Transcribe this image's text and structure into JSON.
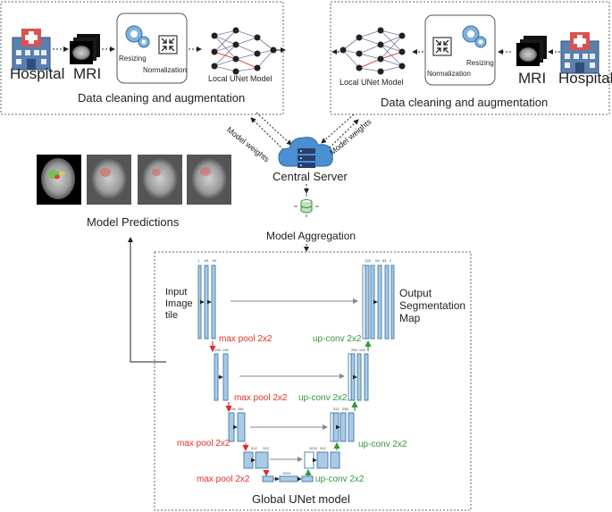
{
  "left_site": {
    "hospital_label": "Hospital",
    "mri_label": "MRI",
    "resizing_label": "Resizing",
    "normalization_label": "Normalization",
    "model_label": "Local UNet Model",
    "caption": "Data cleaning and augmentation"
  },
  "right_site": {
    "hospital_label": "Hospital",
    "mri_label": "MRI",
    "resizing_label": "Resizing",
    "normalization_label": "Normalization",
    "model_label": "Local UNet Model",
    "caption": "Data cleaning and augmentation"
  },
  "weights_left": "Model weights",
  "weights_right": "Model weights",
  "server_label": "Central Server",
  "aggregation_label": "Model Aggregation",
  "predictions_label": "Model Predictions",
  "unet": {
    "input_label": [
      "Input",
      "Image",
      "tile"
    ],
    "output_label": [
      "Output",
      "Segmentation",
      "Map"
    ],
    "maxpool": [
      "max pool 2x2",
      "max pool 2x2",
      "max pool 2x2",
      "max pool 2x2"
    ],
    "upconv": [
      "up-conv 2x2",
      "up-conv 2x2",
      "up-conv 2x2",
      "up-conv 2x2"
    ],
    "title": "Global UNet model",
    "enc_channels_1": [
      "1",
      "64",
      "64"
    ],
    "enc_channels_2": [
      "128",
      "128"
    ],
    "enc_channels_3": [
      "256",
      "256"
    ],
    "enc_channels_4": [
      "512",
      "512"
    ],
    "bottleneck": "1024",
    "dec_channels_4": [
      "1024",
      "512"
    ],
    "dec_channels_3": [
      "512",
      "256"
    ],
    "dec_channels_2": [
      "256",
      "128"
    ],
    "dec_channels_1": [
      "128",
      "64",
      "64",
      "2"
    ]
  },
  "colors": {
    "feature_map": "#a9cbe8",
    "feature_border": "#2f6d9c",
    "maxpool": "#e0302a",
    "upconv": "#2f9a3b",
    "server": "#4a8fd1"
  }
}
